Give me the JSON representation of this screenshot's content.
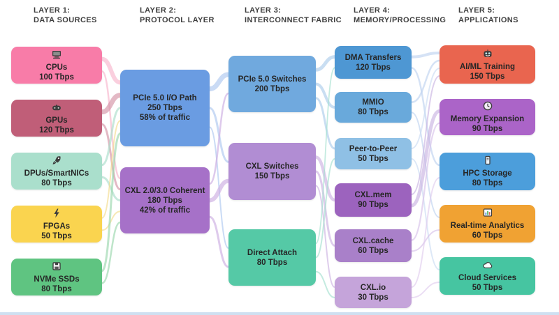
{
  "page": {
    "background": "#FFFFFF",
    "bottom_bar_color": "#CFE0F1"
  },
  "headers": [
    {
      "id": "layer-1",
      "line1": "LAYER 1:",
      "line2": "DATA SOURCES"
    },
    {
      "id": "layer-2",
      "line1": "LAYER 2:",
      "line2": "PROTOCOL LAYER"
    },
    {
      "id": "layer-3",
      "line1": "LAYER 3:",
      "line2": "INTERCONNECT FABRIC"
    },
    {
      "id": "layer-4",
      "line1": "LAYER 4:",
      "line2": "MEMORY/PROCESSING"
    },
    {
      "id": "layer-5",
      "line1": "LAYER 5:",
      "line2": "APPLICATIONS"
    }
  ],
  "nodes": [
    {
      "id": "cpus",
      "label": "CPUs",
      "value": "100 Tbps",
      "icon": "computer-icon",
      "color": "#F87CA8"
    },
    {
      "id": "gpus",
      "label": "GPUs",
      "value": "120 Tbps",
      "icon": "gamepad-icon",
      "color": "#C05E78"
    },
    {
      "id": "dpus",
      "label": "DPUs/SmartNICs",
      "value": "80 Tbps",
      "icon": "rocket-icon",
      "color": "#AADFCC"
    },
    {
      "id": "fpgas",
      "label": "FPGAs",
      "value": "50 Tbps",
      "icon": "lightning-icon",
      "color": "#FAD44F"
    },
    {
      "id": "nvme-ssds",
      "label": "NVMe SSDs",
      "value": "80 Tbps",
      "icon": "floppy-disk-icon",
      "color": "#5FC481"
    },
    {
      "id": "pcie-path",
      "label": "PCIe 5.0 I/O Path",
      "value": "250 Tbps",
      "share": "58% of traffic",
      "color": "#6A9CE2"
    },
    {
      "id": "cxl-coherent",
      "label": "CXL 2.0/3.0 Coherent",
      "value": "180 Tbps",
      "share": "42% of traffic",
      "color": "#A671C8"
    },
    {
      "id": "pcie-switches",
      "label": "PCIe 5.0 Switches",
      "value": "200 Tbps",
      "color": "#70A9DE"
    },
    {
      "id": "cxl-switches",
      "label": "CXL Switches",
      "value": "150 Tbps",
      "color": "#B18DD3"
    },
    {
      "id": "direct-attach",
      "label": "Direct Attach",
      "value": "80 Tbps",
      "color": "#55C9A6"
    },
    {
      "id": "dma",
      "label": "DMA Transfers",
      "value": "120 Tbps",
      "color": "#4E97D3"
    },
    {
      "id": "mmio",
      "label": "MMIO",
      "value": "80 Tbps",
      "color": "#69A9DB"
    },
    {
      "id": "peer-to-peer",
      "label": "Peer-to-Peer",
      "value": "50 Tbps",
      "color": "#8FC0E5"
    },
    {
      "id": "cxl-mem",
      "label": "CXL.mem",
      "value": "90 Tbps",
      "color": "#9C63BE"
    },
    {
      "id": "cxl-cache",
      "label": "CXL.cache",
      "value": "60 Tbps",
      "color": "#A980C9"
    },
    {
      "id": "cxl-io",
      "label": "CXL.io",
      "value": "30 Tbps",
      "color": "#C5A4DA"
    },
    {
      "id": "ai-ml-training",
      "label": "AI/ML Training",
      "value": "150 Tbps",
      "icon": "robot-icon",
      "color": "#E9654F"
    },
    {
      "id": "memory-expansion",
      "label": "Memory Expansion",
      "value": "90 Tbps",
      "icon": "clock-icon",
      "color": "#AB64C8"
    },
    {
      "id": "hpc-storage",
      "label": "HPC Storage",
      "value": "80 Tbps",
      "icon": "storage-device-icon",
      "color": "#4C9EDB"
    },
    {
      "id": "real-time-analytics",
      "label": "Real-time Analytics",
      "value": "60 Tbps",
      "icon": "bar-chart-icon",
      "color": "#F0A233"
    },
    {
      "id": "cloud-services",
      "label": "Cloud Services",
      "value": "50 Tbps",
      "icon": "cloud-icon",
      "color": "#46C5A1"
    }
  ],
  "links": [
    {
      "source": "cpus",
      "target": "pcie-path",
      "width": 6,
      "color": "#F8B5CD"
    },
    {
      "source": "cpus",
      "target": "cxl-coherent",
      "width": 2.5,
      "color": "#F8B5CD"
    },
    {
      "source": "gpus",
      "target": "pcie-path",
      "width": 7,
      "color": "#D494A6"
    },
    {
      "source": "gpus",
      "target": "cxl-coherent",
      "width": 3,
      "color": "#D494A6"
    },
    {
      "source": "dpus",
      "target": "pcie-path",
      "width": 3,
      "color": "#AADDCB"
    },
    {
      "source": "dpus",
      "target": "cxl-coherent",
      "width": 3,
      "color": "#AADDCB"
    },
    {
      "source": "fpgas",
      "target": "pcie-path",
      "width": 2,
      "color": "#F3DC8E"
    },
    {
      "source": "fpgas",
      "target": "cxl-coherent",
      "width": 2,
      "color": "#F3DC8E"
    },
    {
      "source": "nvme-ssds",
      "target": "pcie-path",
      "width": 3,
      "color": "#9BD7AE"
    },
    {
      "source": "nvme-ssds",
      "target": "cxl-coherent",
      "width": 2.5,
      "color": "#9BD7AE"
    },
    {
      "source": "pcie-path",
      "target": "pcie-switches",
      "width": 7,
      "color": "#AEC8EF"
    },
    {
      "source": "pcie-path",
      "target": "cxl-switches",
      "width": 3,
      "color": "#AEC8EF"
    },
    {
      "source": "pcie-path",
      "target": "direct-attach",
      "width": 2,
      "color": "#AEC8EF"
    },
    {
      "source": "cxl-coherent",
      "target": "pcie-switches",
      "width": 2.5,
      "color": "#CCADE2"
    },
    {
      "source": "cxl-coherent",
      "target": "cxl-switches",
      "width": 6,
      "color": "#CCADE2"
    },
    {
      "source": "cxl-coherent",
      "target": "direct-attach",
      "width": 3,
      "color": "#CCADE2"
    },
    {
      "source": "pcie-switches",
      "target": "dma",
      "width": 5,
      "color": "#ACCDEB"
    },
    {
      "source": "pcie-switches",
      "target": "mmio",
      "width": 4,
      "color": "#ACCDEB"
    },
    {
      "source": "pcie-switches",
      "target": "peer-to-peer",
      "width": 3,
      "color": "#ACCDEB"
    },
    {
      "source": "cxl-switches",
      "target": "cxl-mem",
      "width": 4.5,
      "color": "#CDB2E2"
    },
    {
      "source": "cxl-switches",
      "target": "cxl-cache",
      "width": 3,
      "color": "#CDB2E2"
    },
    {
      "source": "cxl-switches",
      "target": "cxl-io",
      "width": 2,
      "color": "#CDB2E2"
    },
    {
      "source": "direct-attach",
      "target": "dma",
      "width": 1.8,
      "color": "#A5E0CF"
    },
    {
      "source": "direct-attach",
      "target": "peer-to-peer",
      "width": 2,
      "color": "#A5E0CF"
    },
    {
      "source": "direct-attach",
      "target": "cxl-io",
      "width": 2,
      "color": "#A5E0CF"
    },
    {
      "source": "dma",
      "target": "ai-ml-training",
      "width": 4,
      "color": "#BED3EF"
    },
    {
      "source": "dma",
      "target": "hpc-storage",
      "width": 2.5,
      "color": "#BED3EF"
    },
    {
      "source": "mmio",
      "target": "ai-ml-training",
      "width": 2.5,
      "color": "#BED3EF"
    },
    {
      "source": "mmio",
      "target": "real-time-analytics",
      "width": 2,
      "color": "#BED3EF"
    },
    {
      "source": "peer-to-peer",
      "target": "ai-ml-training",
      "width": 2,
      "color": "#CBDCF2"
    },
    {
      "source": "peer-to-peer",
      "target": "cloud-services",
      "width": 2,
      "color": "#CBDCF2"
    },
    {
      "source": "cxl-mem",
      "target": "memory-expansion",
      "width": 5,
      "color": "#C9B3E2"
    },
    {
      "source": "cxl-mem",
      "target": "ai-ml-training",
      "width": 2,
      "color": "#C9B3E2"
    },
    {
      "source": "cxl-cache",
      "target": "memory-expansion",
      "width": 2.2,
      "color": "#D7C2EA"
    },
    {
      "source": "cxl-cache",
      "target": "real-time-analytics",
      "width": 2,
      "color": "#D7C2EA"
    },
    {
      "source": "cxl-io",
      "target": "hpc-storage",
      "width": 2,
      "color": "#E0CDEE"
    },
    {
      "source": "cxl-io",
      "target": "cloud-services",
      "width": 2,
      "color": "#E0CDEE"
    }
  ]
}
